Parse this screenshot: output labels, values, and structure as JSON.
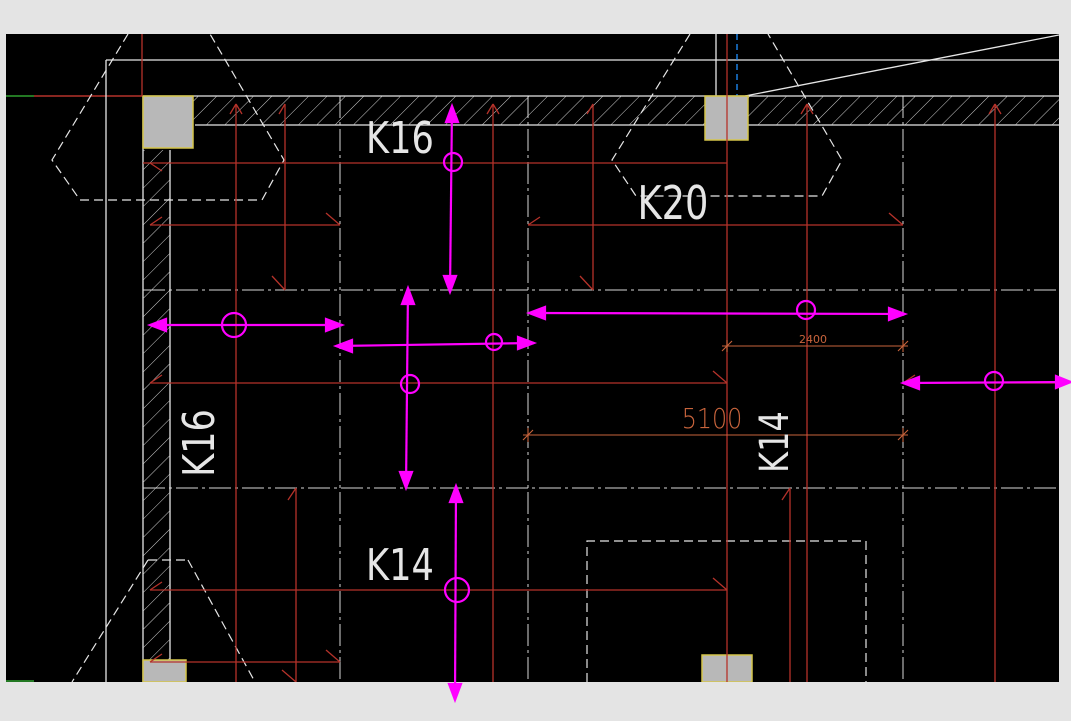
{
  "drawing": {
    "colors": {
      "background": "#000000",
      "frame": "#e4e4e4",
      "rebar": "#b5322a",
      "axis": "#ffffff",
      "column": "#b8b8b8",
      "markup": "#ff00ff",
      "dimension": "#c8643c"
    },
    "slab_labels": {
      "k16_top": "K16",
      "k20": "K20",
      "k16_left": "K16",
      "k14_center": "K14",
      "k14_vertical": "K14"
    },
    "dimensions": {
      "span_upper": "2400",
      "span_lower": "5100"
    }
  }
}
